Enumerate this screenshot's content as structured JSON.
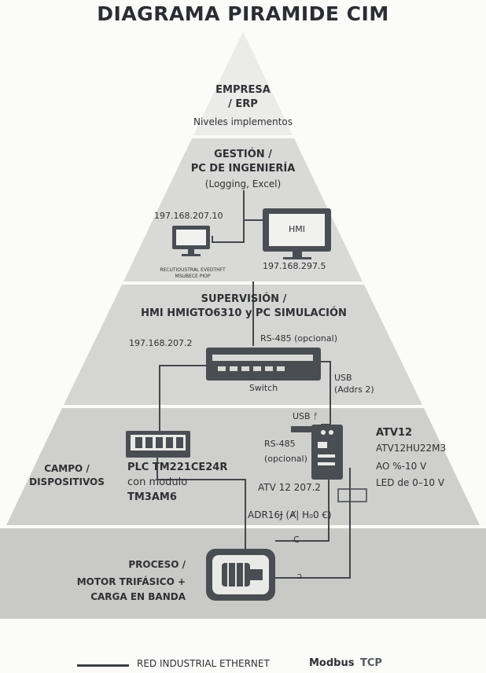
{
  "title": "DIAGRAMA PIRAMIDE CIM",
  "levels": {
    "empresa": {
      "line1": "EMPRESA",
      "line2": "/ ERP",
      "line3": "Niveles implementos"
    },
    "gestion": {
      "line1": "GESTIÓN /",
      "line2": "PC DE INGENIERÍA",
      "line3": "(Logging, Excel)",
      "pc_ip": "197.168.207.10",
      "pc_caption1": "RECUTIOUSTRAL EVEDTHFT",
      "pc_caption2": "MSUBECE PIOP",
      "hmi_label": "HMI",
      "hmi_ip": "197.168.297.5"
    },
    "supervision": {
      "line1": "SUPERVISIÓN /",
      "line2": "HMI HMIGTO6310 y  PC SIMULACIÓN",
      "ip": "197.168.207.2",
      "rs485": "RS-485 (opcional)",
      "switch_label": "Switch",
      "usb1": "USB",
      "usb2": "(Addrs 2)"
    },
    "campo": {
      "name1": "CAMPO /",
      "name2": "DISPOSITIVOS",
      "plc1": "PLC TM221CE24R",
      "plc2": "con modulo",
      "plc3": "TM3AM6",
      "usb_port": "USB ᚠ",
      "rs485_a": "RS-485",
      "rs485_b": "(opcional)",
      "atv_ip": "ATV 12 207.2",
      "atv_title": "ATV12",
      "atv_model": "ATV12HU22M3",
      "atv_ao": "AO %-10 V",
      "atv_led": "LED de 0–10 V",
      "adr": "ADR16Ɉ (Ⱥ| H₀0 Ꞓ)"
    },
    "proceso": {
      "line1": "PROCESO /",
      "line2": "MOTOR TRIFÁSICO +",
      "line3": "CARGA EN BANDA",
      "wire_c1": "C",
      "wire_c2": "ↄ"
    }
  },
  "legend": {
    "network": "RED INDUSTRIAL ETHERNET",
    "protocol": "Modbus",
    "protocol_suffix": "TCP"
  },
  "colors": {
    "band_light": "#e7e7e5",
    "band_mid": "#d5d5d3",
    "band_dark": "#c6c6c4",
    "device": "#4a4d52",
    "ink": "#2e3033"
  }
}
